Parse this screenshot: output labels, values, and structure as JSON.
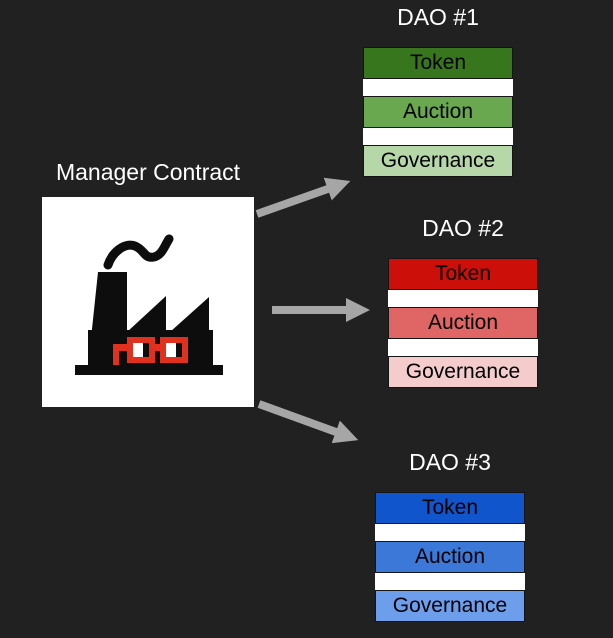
{
  "canvas": {
    "background": "#212121"
  },
  "manager": {
    "label": "Manager Contract",
    "icon": "factory-with-noggles-icon",
    "icon_colors": {
      "black": "#0d0d0d",
      "glasses_red": "#e0301e",
      "lens_white": "#ffffff",
      "box_background": "#ffffff"
    }
  },
  "arrows": {
    "color": "#a6a6a6",
    "count": 3
  },
  "daos": [
    {
      "title": "DAO #1",
      "boxes": [
        {
          "label": "Token",
          "color": "#38761d"
        },
        {
          "label": "Auction",
          "color": "#6aa84f"
        },
        {
          "label": "Governance",
          "color": "#b6d7a8"
        }
      ]
    },
    {
      "title": "DAO #2",
      "boxes": [
        {
          "label": "Token",
          "color": "#cc0f08"
        },
        {
          "label": "Auction",
          "color": "#e06666"
        },
        {
          "label": "Governance",
          "color": "#f4cccc"
        }
      ]
    },
    {
      "title": "DAO #3",
      "boxes": [
        {
          "label": "Token",
          "color": "#1155cc"
        },
        {
          "label": "Auction",
          "color": "#3c78d8"
        },
        {
          "label": "Governance",
          "color": "#6d9eeb"
        }
      ]
    }
  ]
}
